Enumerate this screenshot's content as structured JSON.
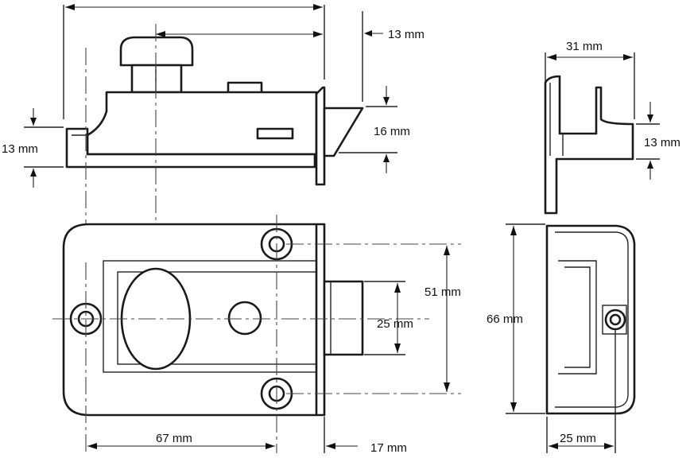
{
  "dimensions": {
    "bolt_projection_top": "13 mm",
    "bolt_height": "16 mm",
    "plate_offset_left": "13 mm",
    "side_depth": "31 mm",
    "side_flange": "13 mm",
    "fixing_spacing": "51 mm",
    "bolt_width": "25 mm",
    "body_length": "67 mm",
    "bolt_throw": "17 mm",
    "body_height": "66 mm",
    "side_width": "25 mm"
  }
}
